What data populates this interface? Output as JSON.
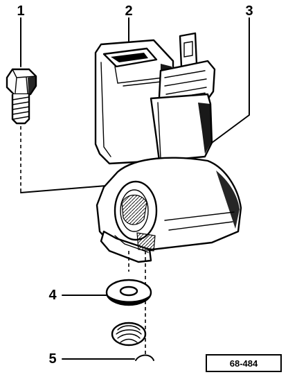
{
  "callouts": {
    "c1": "1",
    "c2": "2",
    "c3": "3",
    "c4": "4",
    "c5": "5"
  },
  "reference": "68-484"
}
